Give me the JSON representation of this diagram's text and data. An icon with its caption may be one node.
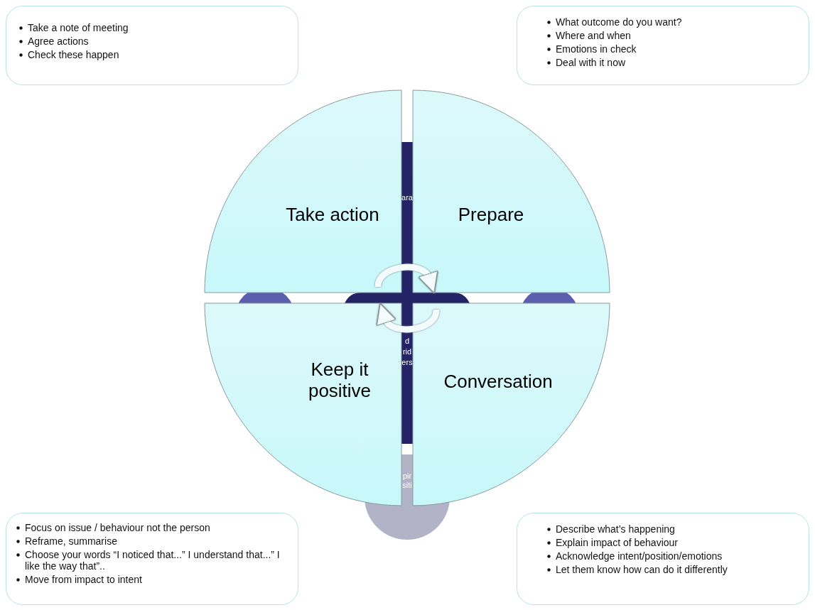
{
  "diagram": {
    "nodes": [
      {
        "text": [
          "Take action"
        ]
      },
      {
        "text": [
          "Prepare"
        ]
      },
      {
        "text": [
          "Keep it positive"
        ]
      },
      {
        "text": [
          "Conversation"
        ]
      },
      {
        "text": [
          "Take a note of meeting",
          "Agree actions",
          "Check these happen"
        ]
      },
      {
        "text": [
          "What outcome do you want?",
          "Where and when",
          "Emotions in check",
          "Deal with it now"
        ]
      },
      {
        "text": [
          "Focus on issue / behaviour not the person",
          "Reframe, summarise",
          "Choose your words “I noticed that...” I understand that...” I like the way that”..",
          "Move from impact to intent"
        ]
      },
      {
        "text": [
          "Describe what’s happening",
          "Explain impact of behaviour",
          "Acknowledge intent/position/emotions",
          "Let  them know how can do it differently"
        ]
      }
    ],
    "edges": [
      {
        "from": 0,
        "to": 1,
        "arrow": "to"
      },
      {
        "from": 3,
        "to": 2,
        "arrow": "to"
      }
    ],
    "labels": [
      "ara",
      "d",
      "rid",
      "ers",
      "pir",
      "siti"
    ]
  }
}
